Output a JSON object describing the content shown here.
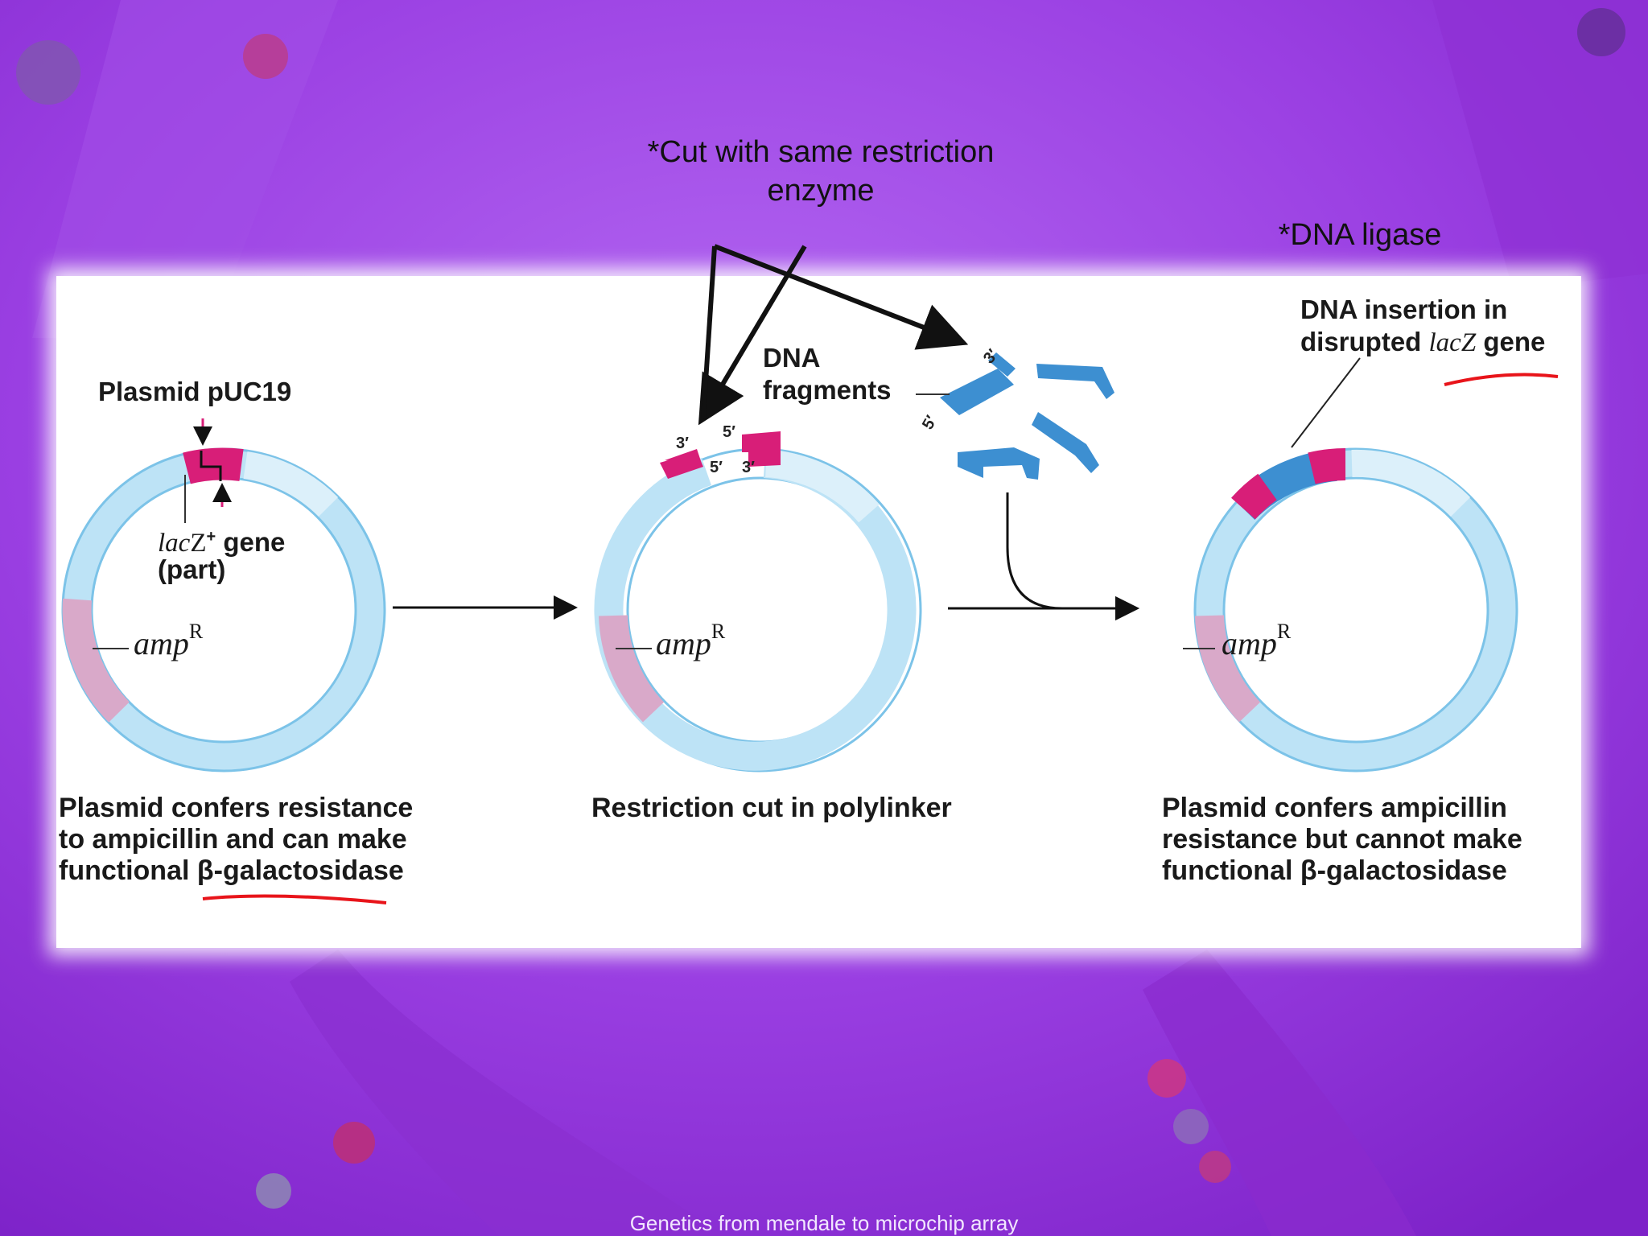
{
  "annotations": {
    "cut_note": "*Cut with same restriction enzyme",
    "ligase_note": "*DNA ligase"
  },
  "diagram": {
    "plasmid_title": "Plasmid pUC19",
    "lacz_gene_italic": "lac",
    "lacz_gene_z": "Z",
    "lacz_gene_sup": "+",
    "lacz_gene_rest": " gene",
    "lacz_gene_part": "(part)",
    "amp_label": "amp",
    "amp_sup": "R",
    "dna_fragments_line1": "DNA",
    "dna_fragments_line2": "fragments",
    "insertion_line1": "DNA insertion in",
    "insertion_line2_a": "disrupted ",
    "insertion_line2_italic": "lacZ",
    "insertion_line2_b": " gene",
    "end_3prime": "3′",
    "end_5prime": "5′",
    "caption_left_1": "Plasmid confers resistance",
    "caption_left_2": "to ampicillin and can make",
    "caption_left_3": "functional β-galactosidase",
    "caption_mid": "Restriction cut in polylinker",
    "caption_right_1": "Plasmid confers ampicillin",
    "caption_right_2": "resistance but cannot make",
    "caption_right_3": "functional β-galactosidase"
  },
  "footer": "Genetics from mendale to microchip array",
  "colors": {
    "background": "#9b3fe6",
    "plasmid_ring": "#bde3f6",
    "plasmid_ring_light": "#dcf0fa",
    "plasmid_edge": "#7cc3e8",
    "amp_region": "#d9a9c9",
    "lacz_region": "#d81e78",
    "dna_fragment": "#3d8fd1",
    "annotation_red": "#e8141a",
    "arrow": "#111111"
  }
}
